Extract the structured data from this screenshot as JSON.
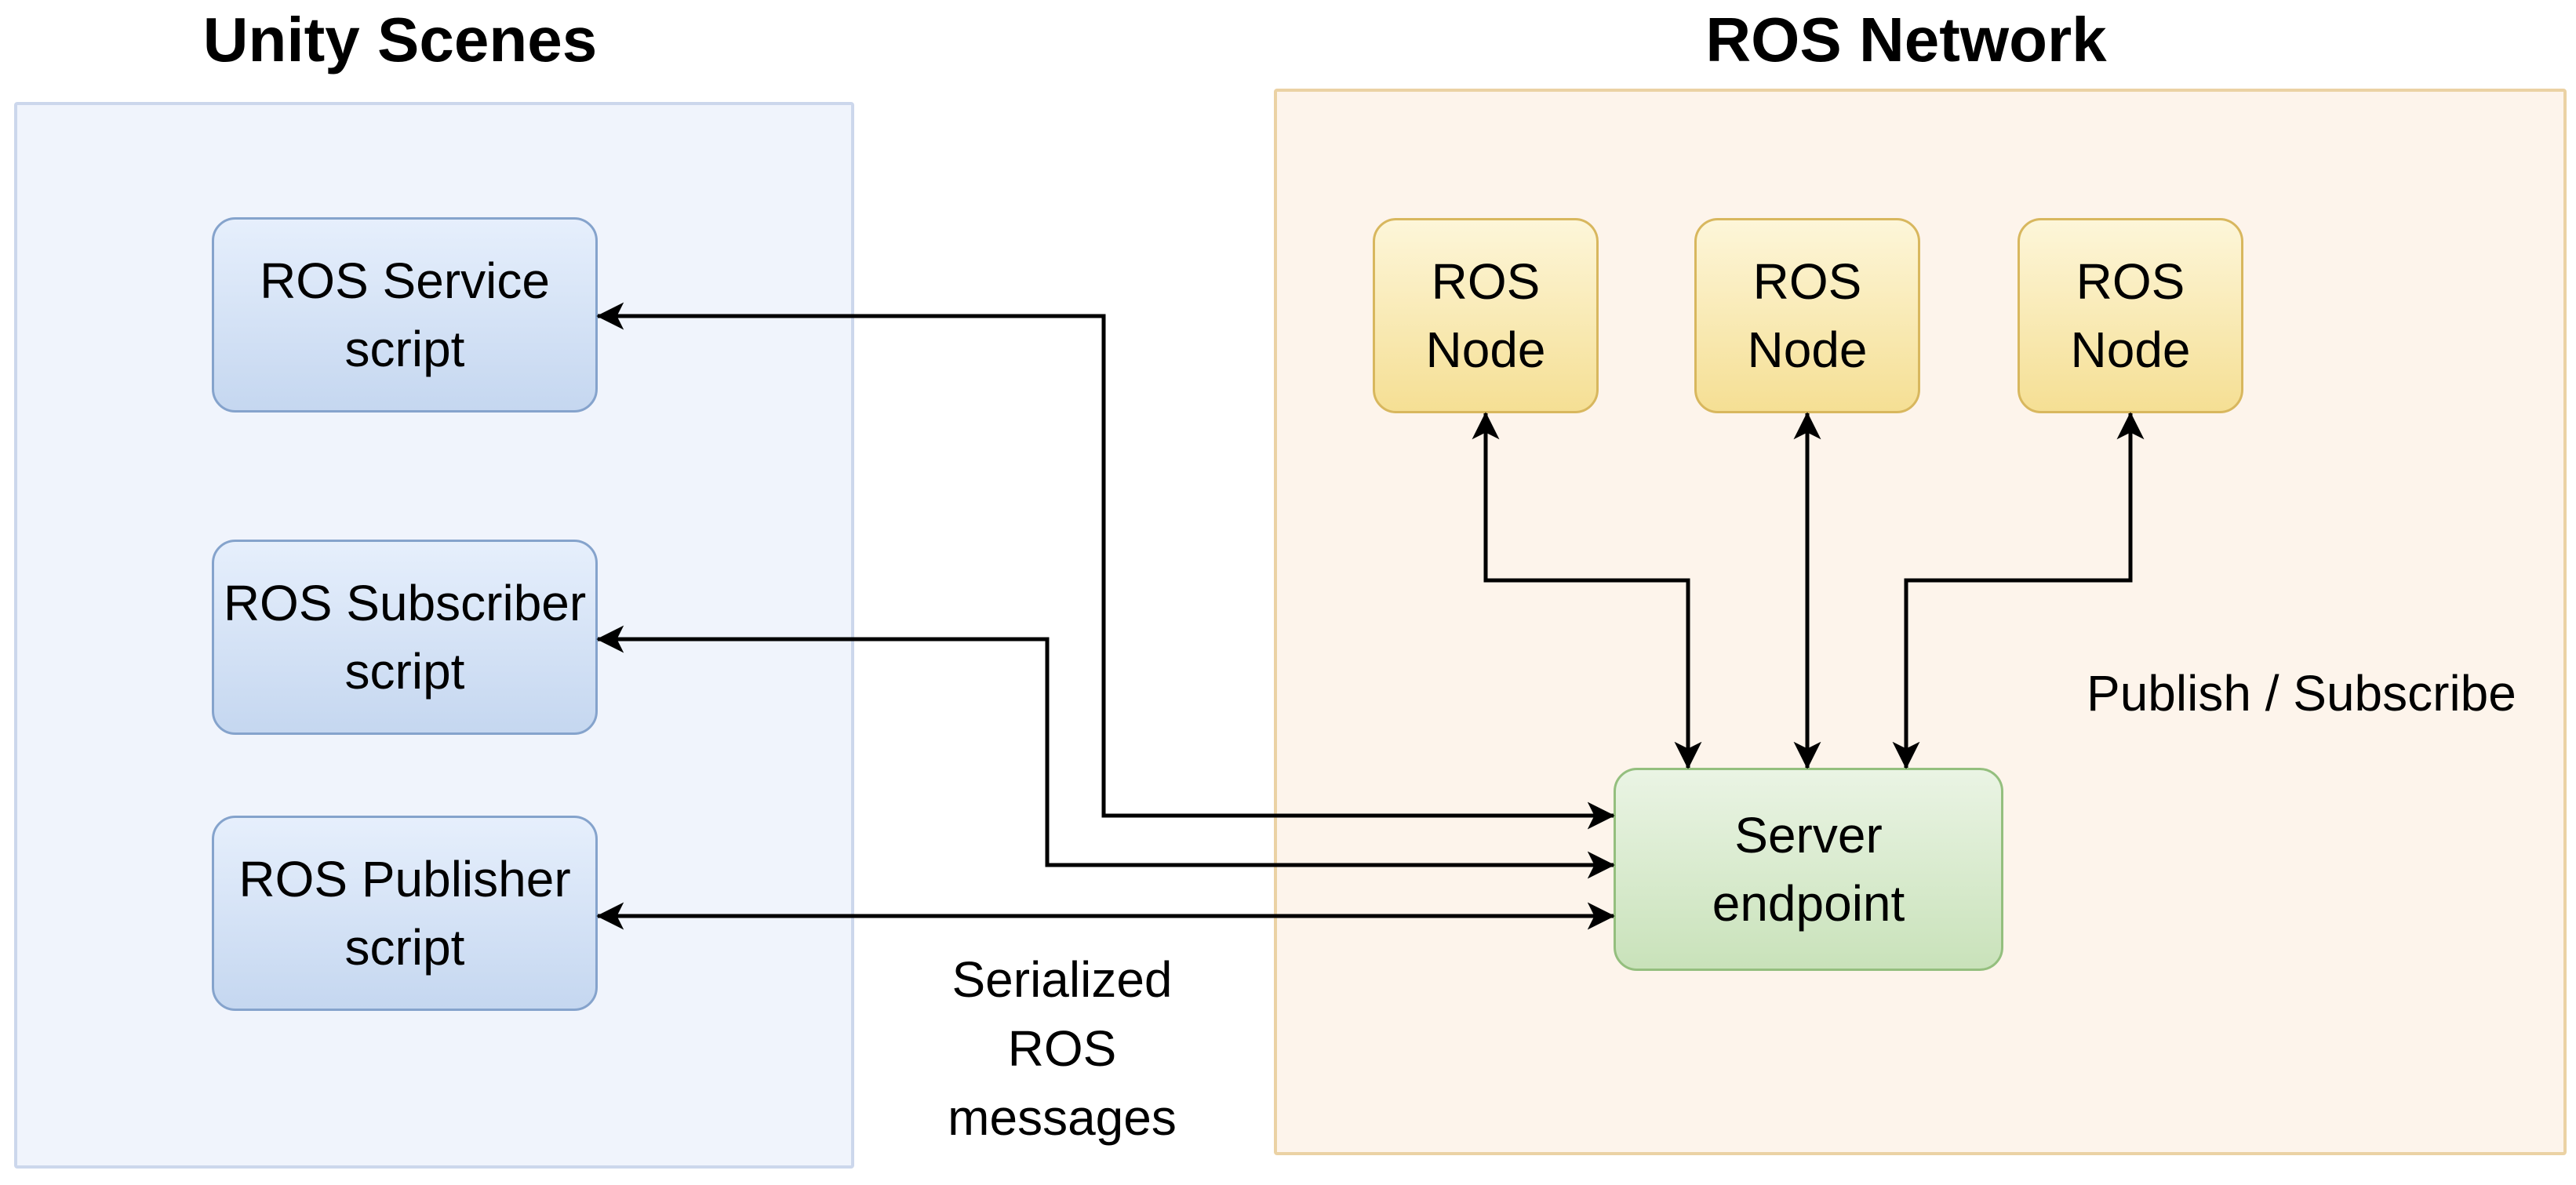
{
  "unity": {
    "title": "Unity Scenes",
    "boxes": [
      {
        "label": "ROS Service\nscript"
      },
      {
        "label": "ROS Subscriber\nscript"
      },
      {
        "label": "ROS Publisher\nscript"
      }
    ]
  },
  "ros_network": {
    "title": "ROS Network",
    "nodes": [
      {
        "label": "ROS\nNode"
      },
      {
        "label": "ROS\nNode"
      },
      {
        "label": "ROS\nNode"
      }
    ],
    "server": {
      "label": "Server\nendpoint"
    },
    "publish_subscribe_label": "Publish / Subscribe"
  },
  "annotations": {
    "serialized_messages_label": "Serialized\nROS\nmessages"
  },
  "colors": {
    "background": "#ffffff",
    "unity_container_fill": "#f0f4fc",
    "unity_container_border": "#ccd7ec",
    "ros_container_fill": "#fdf4eb",
    "ros_container_border": "#ebd2a4",
    "script_box_fill_top": "#e6effc",
    "script_box_fill_bottom": "#c5d7f0",
    "script_box_border": "#85a3cc",
    "node_box_fill_top": "#fdf6d9",
    "node_box_fill_bottom": "#f5df94",
    "node_box_border": "#d8b75e",
    "server_box_fill_top": "#eaf4e4",
    "server_box_fill_bottom": "#c9e2ba",
    "server_box_border": "#94bf7e",
    "arrow_color": "#000000",
    "text_color": "#000000"
  }
}
